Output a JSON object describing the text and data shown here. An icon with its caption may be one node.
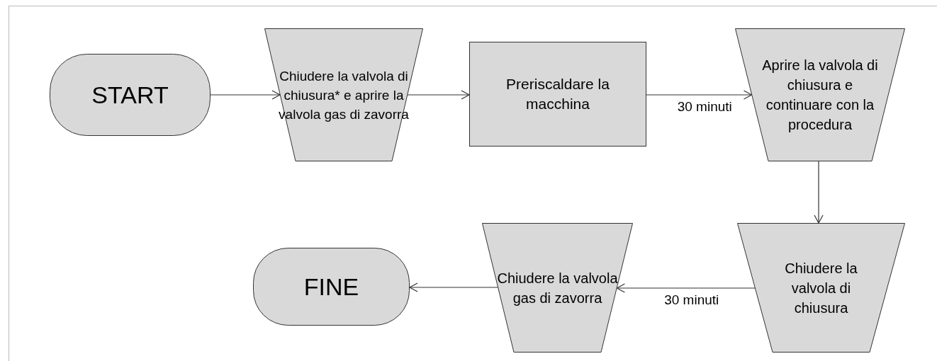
{
  "diagram": {
    "nodes": [
      {
        "text": [
          "START"
        ]
      },
      {
        "text": [
          "Chiudere la valvola di chiusura* e aprire la valvola gas di zavorra"
        ]
      },
      {
        "text": [
          "Preriscaldare la macchina"
        ]
      },
      {
        "text": [
          "Aprire la valvola di chiusura e continuare con la procedura"
        ]
      },
      {
        "text": [
          "Chiudere la valvola di chiusura"
        ]
      },
      {
        "text": [
          "Chiudere la valvola gas di zavorra"
        ]
      },
      {
        "text": [
          "FINE"
        ]
      }
    ],
    "edges": [
      {
        "from": 0,
        "to": 1,
        "arrow": "to"
      },
      {
        "from": 1,
        "to": 2,
        "arrow": "to"
      },
      {
        "from": 2,
        "to": 3,
        "arrow": "to",
        "label": "30 minuti"
      },
      {
        "from": 3,
        "to": 4,
        "arrow": "to"
      },
      {
        "from": 4,
        "to": 5,
        "arrow": "to",
        "label": "30 minuti"
      },
      {
        "from": 5,
        "to": 6,
        "arrow": "to"
      }
    ]
  }
}
